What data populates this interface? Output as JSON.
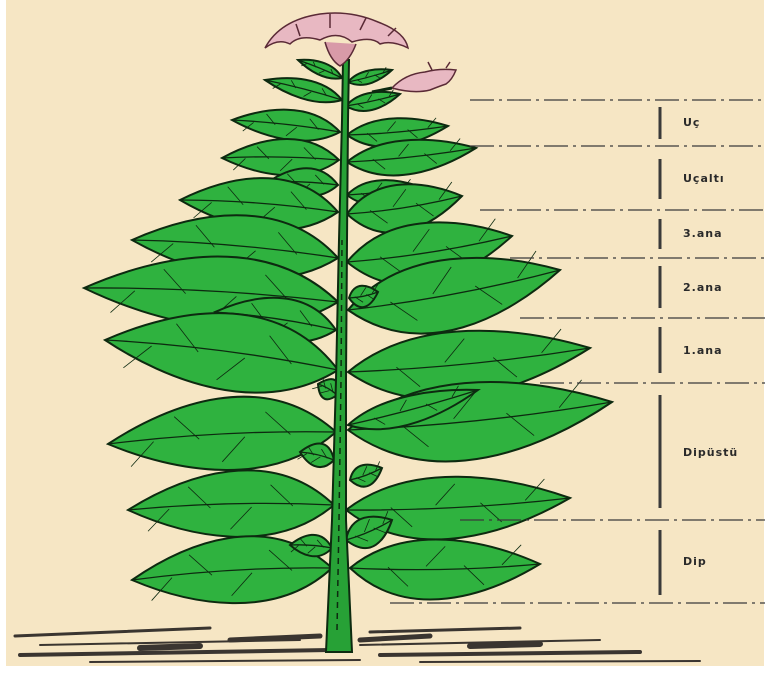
{
  "diagram": {
    "colors": {
      "paper": "#f6e6c4",
      "leaf": "#2fb23f",
      "leaf_outline": "#0d2a10",
      "stem": "#27a136",
      "flower": "#e8b8c2",
      "ground": "#3a3530",
      "guide_line": "#3a3a3a"
    },
    "zones": [
      {
        "label": "Uç"
      },
      {
        "label": "Uçaltı"
      },
      {
        "label": "3.ana"
      },
      {
        "label": "2.ana"
      },
      {
        "label": "1.ana"
      },
      {
        "label": "Dipüstü"
      },
      {
        "label": "Dip"
      }
    ]
  }
}
